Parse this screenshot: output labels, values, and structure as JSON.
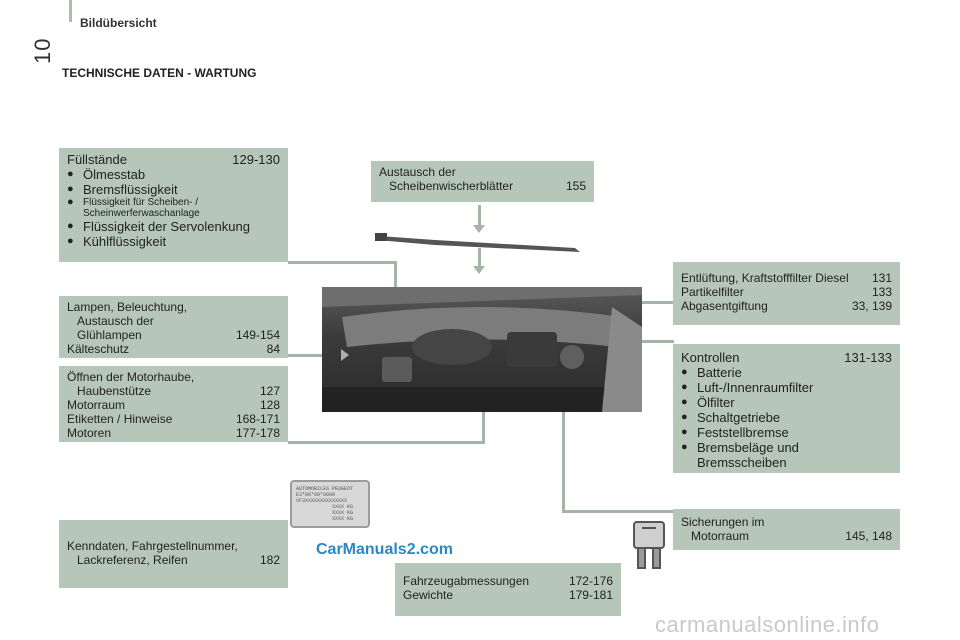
{
  "page": {
    "number": "10",
    "section": "Bildübersicht",
    "heading": "TECHNISCHE DATEN - WARTUNG"
  },
  "fill": {
    "title": "Füllstände",
    "pages": "129-130",
    "items": [
      {
        "label": "Ölmesstab"
      },
      {
        "label": "Bremsflüssigkeit"
      },
      {
        "label": "Flüssigkeit für Scheiben- / Scheinwerferwaschanlage"
      },
      {
        "label": "Flüssigkeit der Servolenkung"
      },
      {
        "label": "Kühlflüssigkeit"
      }
    ],
    "bullet": "●"
  },
  "lamps": {
    "line1": "Lampen, Beleuchtung,",
    "line2": "Austausch der",
    "line3": "Glühlampen",
    "pages1": "149-154",
    "line4": "Kälteschutz",
    "pages2": "84"
  },
  "hood": {
    "r1a": "Öffnen der Motorhaube,",
    "r1b": "Haubenstütze",
    "p1": "127",
    "r2": "Motorraum",
    "p2": "128",
    "r3": "Etiketten / Hinweise",
    "p3": "168-171",
    "r4": "Motoren",
    "p4": "177-178"
  },
  "ident": {
    "line1": "Kenndaten, Fahrgestellnummer,",
    "line2": "Lackreferenz, Reifen",
    "pages": "182"
  },
  "wiper": {
    "line1": "Austausch der",
    "line2": "Scheibenwischerblätter",
    "pages": "155"
  },
  "dims": {
    "r1": "Fahrzeugabmessungen",
    "p1": "172-176",
    "r2": "Gewichte",
    "p2": "179-181"
  },
  "vent": {
    "r1": "Entlüftung, Kraftstofffilter Diesel",
    "p1": "131",
    "r2": "Partikelfilter",
    "p2": "133",
    "r3": "Abgasentgiftung",
    "p3": "33, 139"
  },
  "checks": {
    "title": "Kontrollen",
    "pages": "131-133",
    "items": [
      {
        "label": "Batterie"
      },
      {
        "label": "Luft-/Innenraumfilter"
      },
      {
        "label": "Ölfilter"
      },
      {
        "label": "Schaltgetriebe"
      },
      {
        "label": "Feststellbremse"
      },
      {
        "label": "Bremsbeläge und"
      }
    ],
    "cont": "Bremsscheiben"
  },
  "fuses": {
    "line1": "Sicherungen im",
    "line2": "Motorraum",
    "pages": "145, 148"
  },
  "plate": {
    "l1": "AUTOMOBILES PEUGEOT",
    "l2": "E3*00*00*0000",
    "l3": "VF3XXXXXXXXXXXXXX",
    "l4": "XXXX KG",
    "l5": "XXXX KG",
    "l6": "XXXX KG",
    "l7": "XXXX KG"
  },
  "brand": "CarManuals2.com",
  "watermark": "carmanualsonline.info",
  "colors": {
    "box": "#b6c6b9",
    "connector": "#a4b5a7"
  }
}
